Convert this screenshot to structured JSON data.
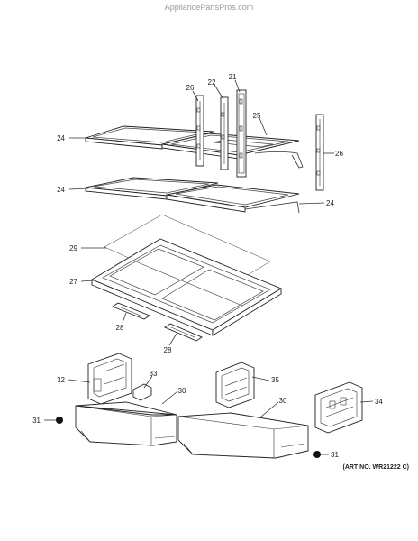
{
  "header": {
    "watermark": "AppliancePartsPros.com"
  },
  "footer": {
    "art_number": "(ART NO. WR21222 C)"
  },
  "callouts": {
    "c21": "21",
    "c22": "22",
    "c24a": "24",
    "c24b": "24",
    "c24c": "24",
    "c25": "25",
    "c26a": "26",
    "c26b": "26",
    "c27": "27",
    "c28a": "28",
    "c28b": "28",
    "c29": "29",
    "c30a": "30",
    "c30b": "30",
    "c31a": "31",
    "c31b": "31",
    "c32": "32",
    "c33": "33",
    "c34": "34",
    "c35": "35"
  }
}
